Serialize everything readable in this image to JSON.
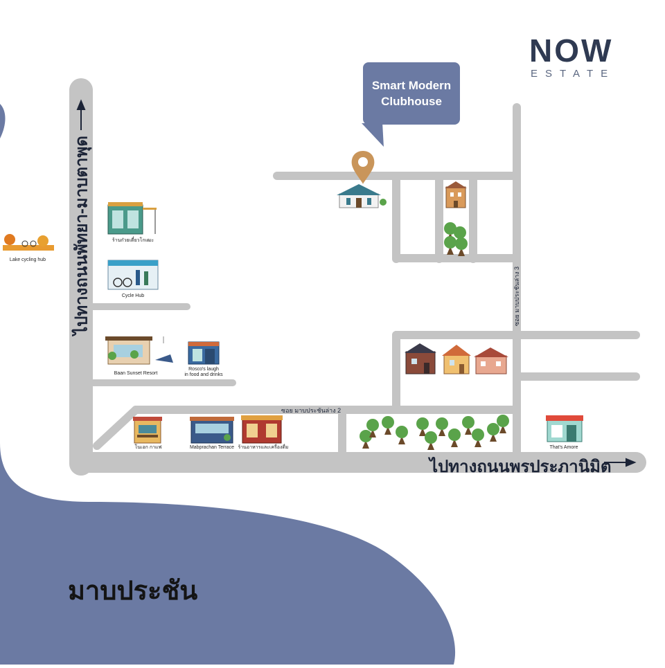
{
  "logo": {
    "main": "NOW",
    "sub": "ESTATE"
  },
  "callout": {
    "text": "Smart Modern\nClubhouse"
  },
  "roads": {
    "left_vertical": "ไปทางถนนพัทยา-มาบตาพุด",
    "bottom_main": "ไปทางถนนพรประภานิมิต",
    "soi_2": "ซอย มาบประชันล่าง 2",
    "soi_3": "ซอย มาบประชันล่าง 3"
  },
  "places": {
    "lake": "Lake cycling hub",
    "cafe_top": "ร้านก๋วยเตี๋ยวโกเฒะ",
    "cycle_hub": "Cycle Hub",
    "baan_sunset": "Baan Sunset Resort",
    "roscos": "Rosco's laugh\nin food and drinks",
    "cafe_bottom": "โนเอก กาแฟ",
    "mabprachan_terrace": "Mabprachan Terrace",
    "restaurant": "ร้านอาหารและเครื่องดื่ม",
    "thats_amore": "That's Amore"
  },
  "area_title": "มาบประชัน",
  "colors": {
    "road": "#c4c4c4",
    "water": "#6b7aa3",
    "logo": "#2f3a52",
    "pin": "#c9955a",
    "tree": "#5aa34a",
    "trunk": "#6b4a2a"
  }
}
